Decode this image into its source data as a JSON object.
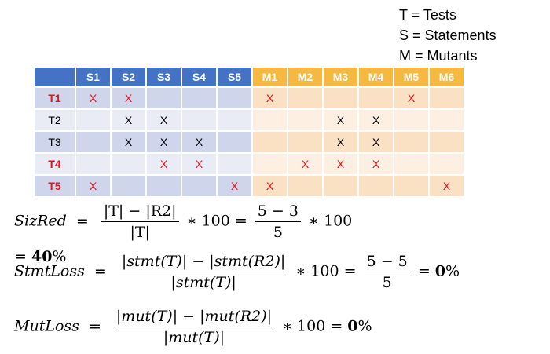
{
  "legend": {
    "tests": "T = Tests",
    "statements": "S = Statements",
    "mutants": "M = Mutants"
  },
  "table": {
    "statement_headers": [
      "S1",
      "S2",
      "S3",
      "S4",
      "S5"
    ],
    "mutant_headers": [
      "M1",
      "M2",
      "M3",
      "M4",
      "M5",
      "M6"
    ],
    "rows": [
      {
        "label": "T1",
        "red": true,
        "s": [
          "X",
          "X",
          "",
          "",
          ""
        ],
        "m": [
          "X",
          "",
          "",
          "",
          "X",
          ""
        ],
        "cell_red": true
      },
      {
        "label": "T2",
        "red": false,
        "s": [
          "",
          "X",
          "X",
          "",
          ""
        ],
        "m": [
          "",
          "",
          "X",
          "X",
          "",
          ""
        ],
        "cell_red": false
      },
      {
        "label": "T3",
        "red": false,
        "s": [
          "",
          "X",
          "X",
          "X",
          ""
        ],
        "m": [
          "",
          "",
          "X",
          "X",
          "",
          ""
        ],
        "cell_red": false
      },
      {
        "label": "T4",
        "red": true,
        "s": [
          "",
          "",
          "X",
          "X",
          ""
        ],
        "m": [
          "",
          "X",
          "X",
          "X",
          "",
          ""
        ],
        "cell_red": true
      },
      {
        "label": "T5",
        "red": true,
        "s": [
          "X",
          "",
          "",
          "",
          "X"
        ],
        "m": [
          "X",
          "",
          "",
          "",
          "",
          "X"
        ],
        "cell_red": true
      }
    ]
  },
  "formulas": {
    "sizred": {
      "lhs": "SizRed",
      "num": "|T| − |R2|",
      "den": "|T|",
      "times": "∗ 100 =",
      "num2": "5 − 3",
      "den2": "5",
      "tail": "∗ 100",
      "result_prefix": "=",
      "result": "40",
      "pct": "%"
    },
    "stmtloss": {
      "lhs": "StmtLoss",
      "num": "|stmt(T)| − |stmt(R2)|",
      "den": "|stmt(T)|",
      "times": "∗ 100 =",
      "num2": "5 − 5",
      "den2": "5",
      "eq": "=",
      "result": "0",
      "pct": "%"
    },
    "mutloss": {
      "lhs": "MutLoss",
      "num": "|mut(T)| − |mut(R2)|",
      "den": "|mut(T)|",
      "times": "∗ 100 =",
      "result": "0",
      "pct": "%"
    }
  }
}
